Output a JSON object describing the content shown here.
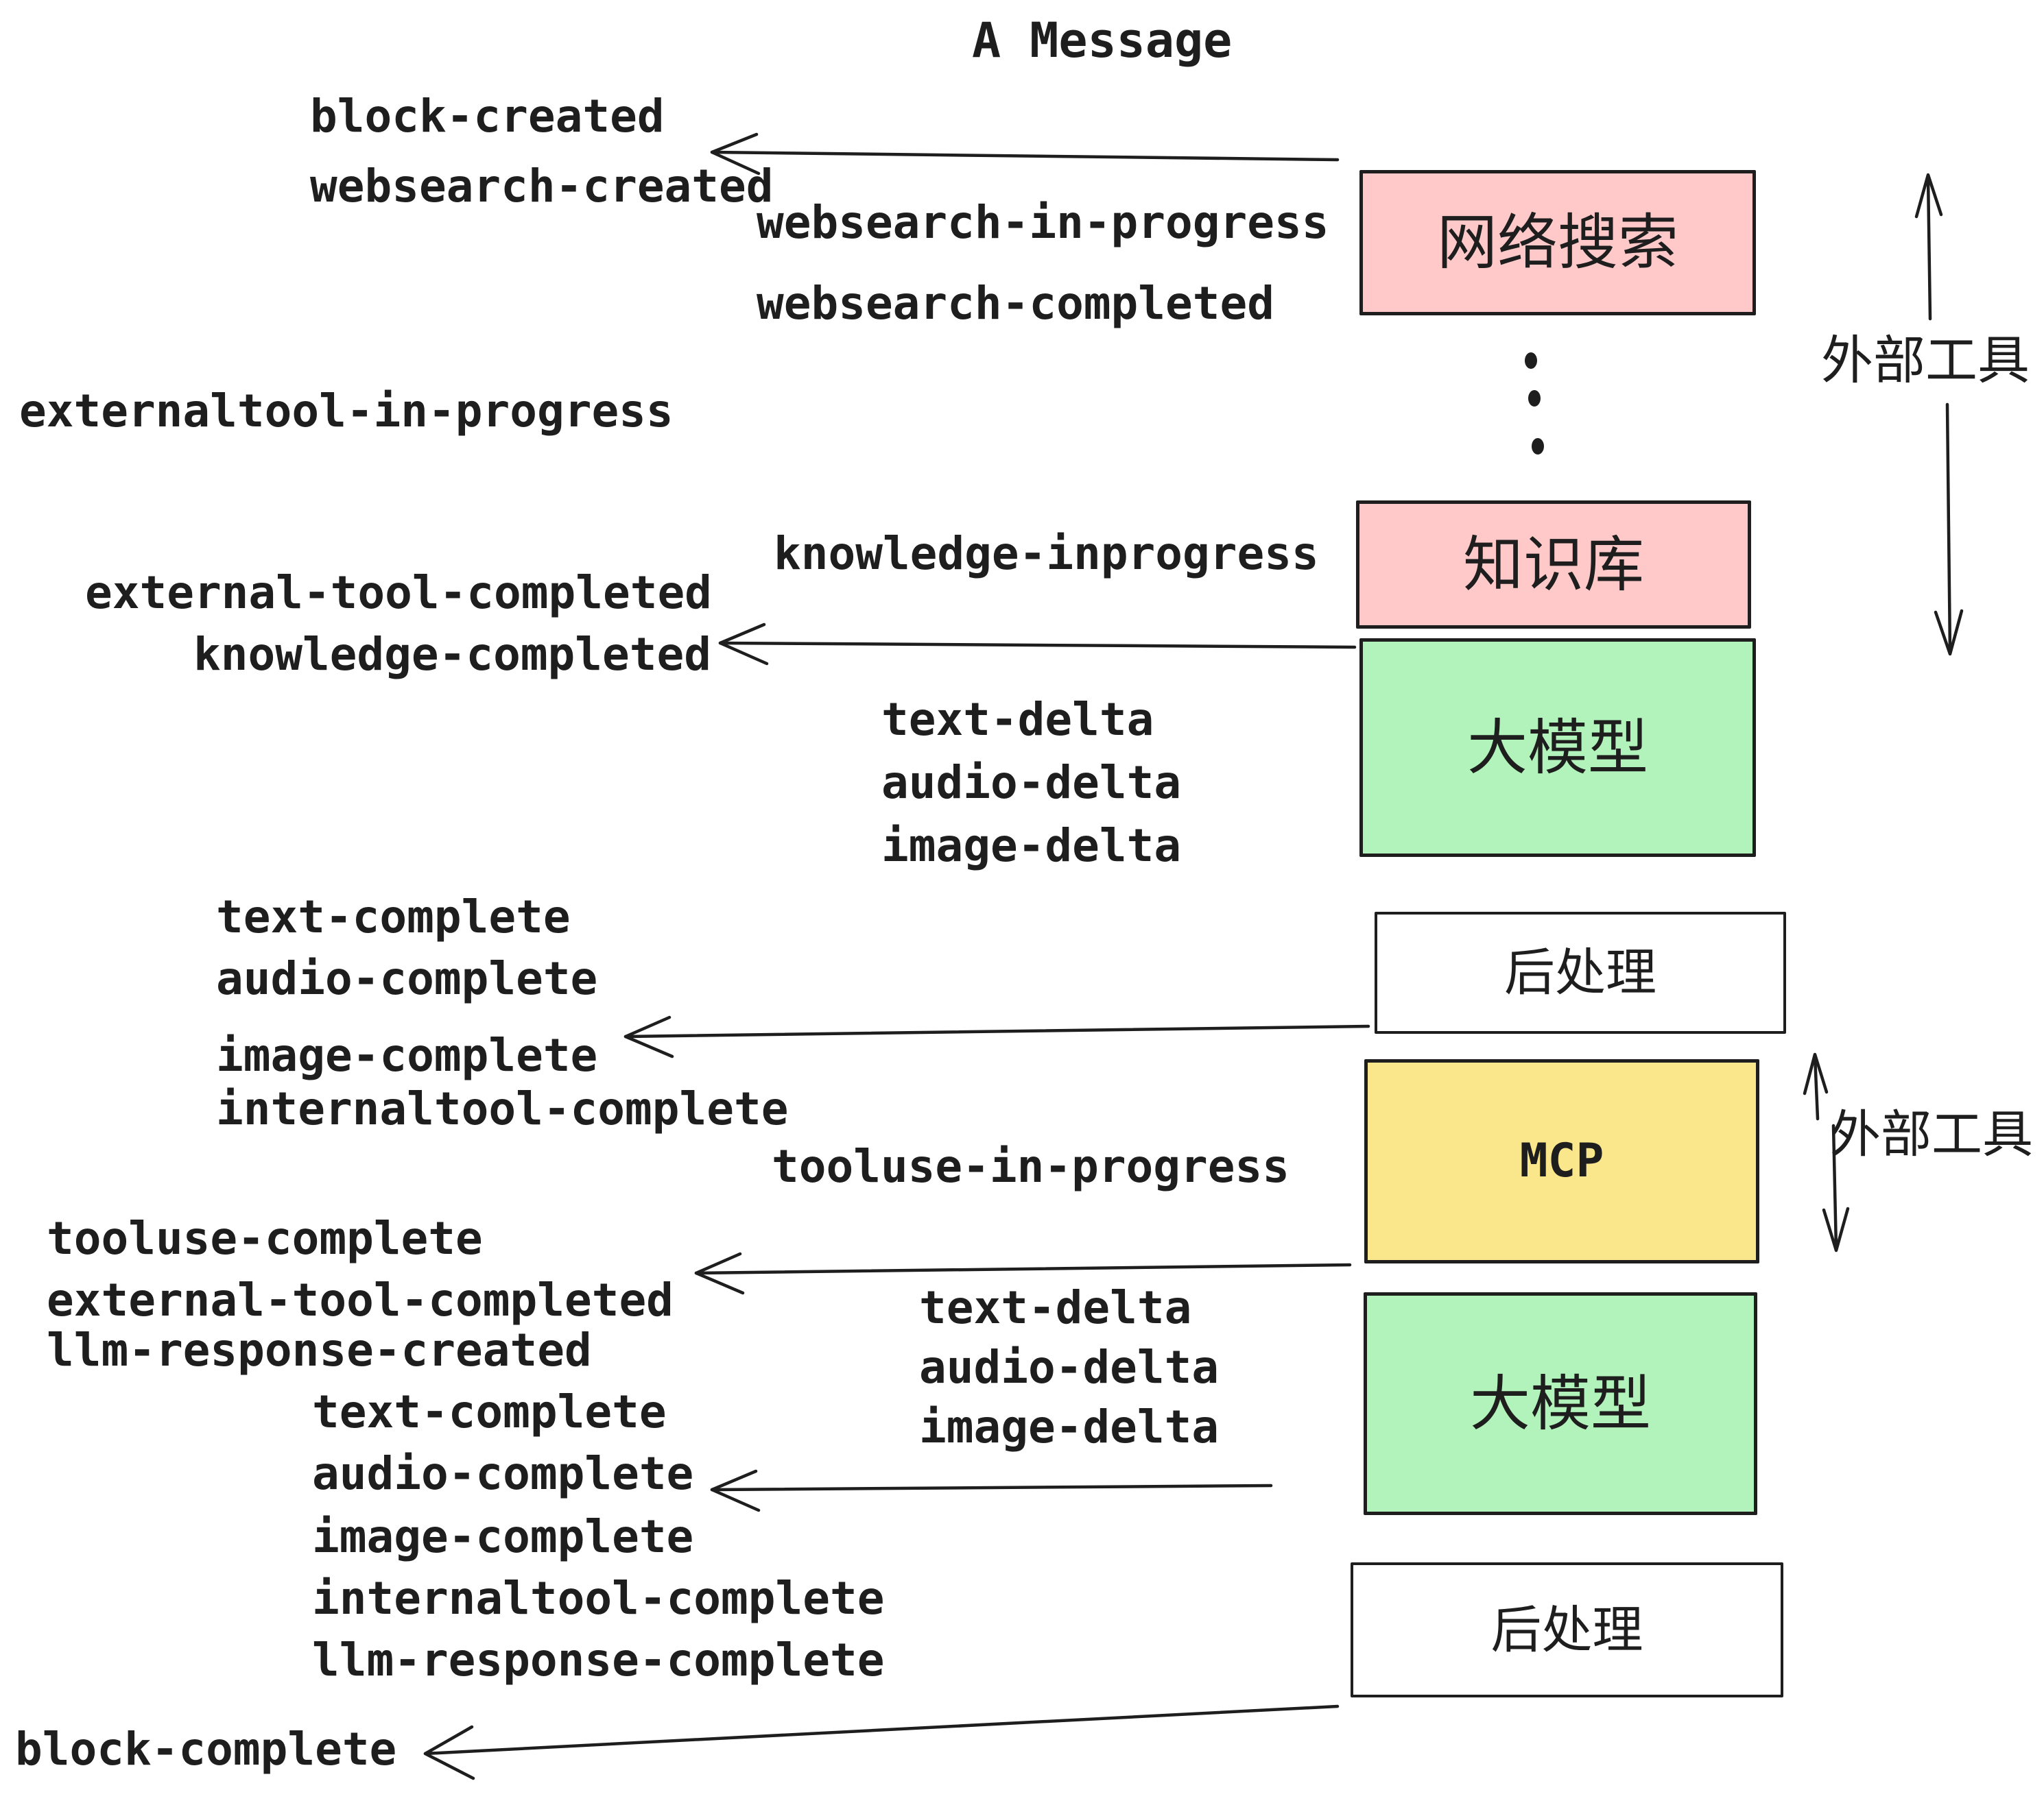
{
  "title": "A Message",
  "colors": {
    "ink": "#1E1E1E",
    "pink": "#FFC9C9",
    "green": "#B2F2BB",
    "yellow": "#FAE78C",
    "white": "#FFFFFF"
  },
  "boxes": [
    {
      "id": "websearch",
      "label": "网络搜索",
      "fill": "#FFC9C9"
    },
    {
      "id": "knowledge",
      "label": "知识库",
      "fill": "#FFC9C9"
    },
    {
      "id": "llm-1",
      "label": "大模型",
      "fill": "#B2F2BB"
    },
    {
      "id": "postprocess-1",
      "label": "后处理",
      "fill": "#FFFFFF"
    },
    {
      "id": "mcp",
      "label": "MCP",
      "fill": "#FAE78C"
    },
    {
      "id": "llm-2",
      "label": "大模型",
      "fill": "#B2F2BB"
    },
    {
      "id": "postprocess-2",
      "label": "后处理",
      "fill": "#FFFFFF"
    }
  ],
  "side_labels": [
    {
      "text": "外部工具"
    },
    {
      "text": "外部工具"
    }
  ],
  "events": [
    {
      "text": "block-created"
    },
    {
      "text": "websearch-created"
    },
    {
      "text": "websearch-in-progress"
    },
    {
      "text": "websearch-completed"
    },
    {
      "text": "externaltool-in-progress"
    },
    {
      "text": "knowledge-inprogress"
    },
    {
      "text": "external-tool-completed"
    },
    {
      "text": "knowledge-completed"
    },
    {
      "text": "text-delta"
    },
    {
      "text": "audio-delta"
    },
    {
      "text": "image-delta"
    },
    {
      "text": "text-complete"
    },
    {
      "text": "audio-complete"
    },
    {
      "text": "image-complete"
    },
    {
      "text": "internaltool-complete"
    },
    {
      "text": "tooluse-in-progress"
    },
    {
      "text": "tooluse-complete"
    },
    {
      "text": "external-tool-completed"
    },
    {
      "text": "llm-response-created"
    },
    {
      "text": "text-complete"
    },
    {
      "text": "audio-complete"
    },
    {
      "text": "image-complete"
    },
    {
      "text": "internaltool-complete"
    },
    {
      "text": "llm-response-complete"
    },
    {
      "text": "text-delta"
    },
    {
      "text": "audio-delta"
    },
    {
      "text": "image-delta"
    },
    {
      "text": "block-complete"
    }
  ]
}
